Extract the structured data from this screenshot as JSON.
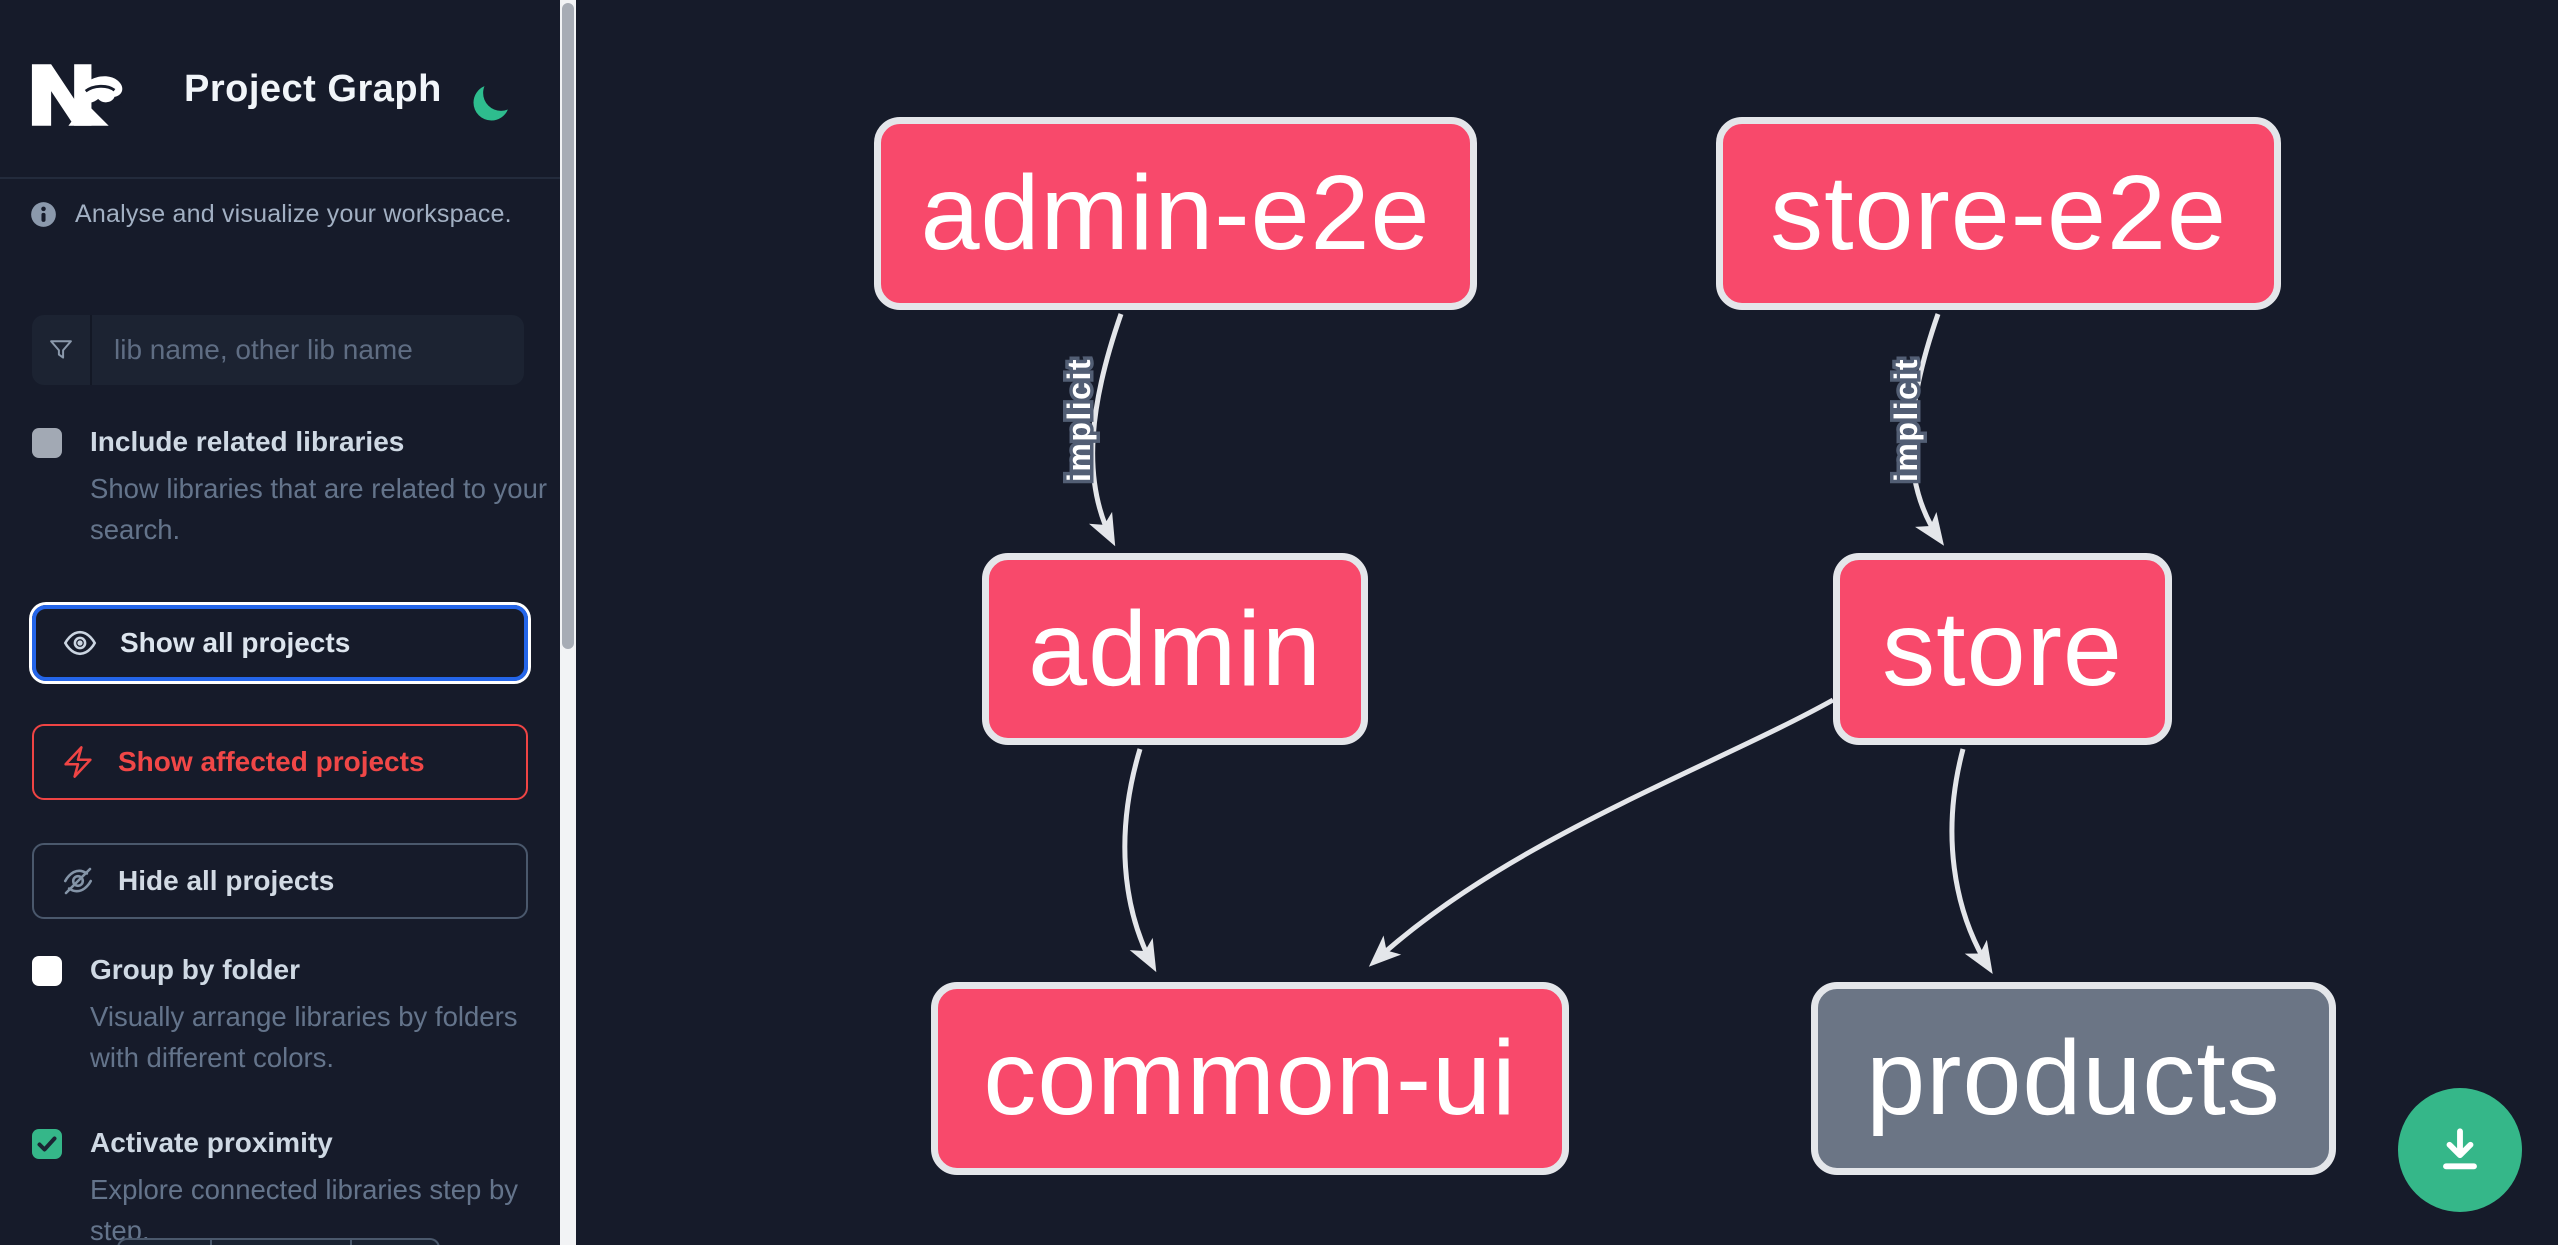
{
  "app": {
    "title": "Project Graph",
    "logo_name": "nx-logo",
    "theme_icon": "moon-icon"
  },
  "sidebar": {
    "info_text": "Analyse and visualize your workspace.",
    "search": {
      "placeholder": "lib name, other lib name",
      "value": "",
      "icon": "funnel-icon"
    },
    "toggles": [
      {
        "label": "Include related libraries",
        "description": "Show libraries that are related to your search.",
        "checked": false
      },
      {
        "label": "Group by folder",
        "description": "Visually arrange libraries by folders with different colors.",
        "checked": false
      },
      {
        "label": "Activate proximity",
        "description": "Explore connected libraries step by step.",
        "checked": true
      }
    ],
    "buttons": [
      {
        "label": "Show all projects",
        "icon": "eye-icon",
        "state": "focused"
      },
      {
        "label": "Show affected projects",
        "icon": "bolt-icon",
        "state": "danger"
      },
      {
        "label": "Hide all projects",
        "icon": "eye-off-icon",
        "state": "default"
      }
    ]
  },
  "graph": {
    "nodes": [
      {
        "label": "admin-e2e",
        "style": "affected"
      },
      {
        "label": "store-e2e",
        "style": "affected"
      },
      {
        "label": "admin",
        "style": "affected"
      },
      {
        "label": "store",
        "style": "affected"
      },
      {
        "label": "common-ui",
        "style": "affected"
      },
      {
        "label": "products",
        "style": "normal"
      }
    ],
    "edges": [
      {
        "from": "admin-e2e",
        "to": "admin",
        "label": "implicit"
      },
      {
        "from": "store-e2e",
        "to": "store",
        "label": "implicit"
      },
      {
        "from": "admin",
        "to": "common-ui",
        "label": ""
      },
      {
        "from": "store",
        "to": "common-ui",
        "label": ""
      },
      {
        "from": "store",
        "to": "products",
        "label": ""
      }
    ]
  },
  "fab": {
    "icon": "download-icon"
  },
  "colors": {
    "background": "#161b2a",
    "node_affected": "#f8496b",
    "node_normal": "#6b7585",
    "node_border": "#e4e6ea",
    "edge": "#e4e6ea",
    "accent_green": "#35b789",
    "focus_blue": "#2465e9",
    "danger_red": "#ef4444"
  }
}
